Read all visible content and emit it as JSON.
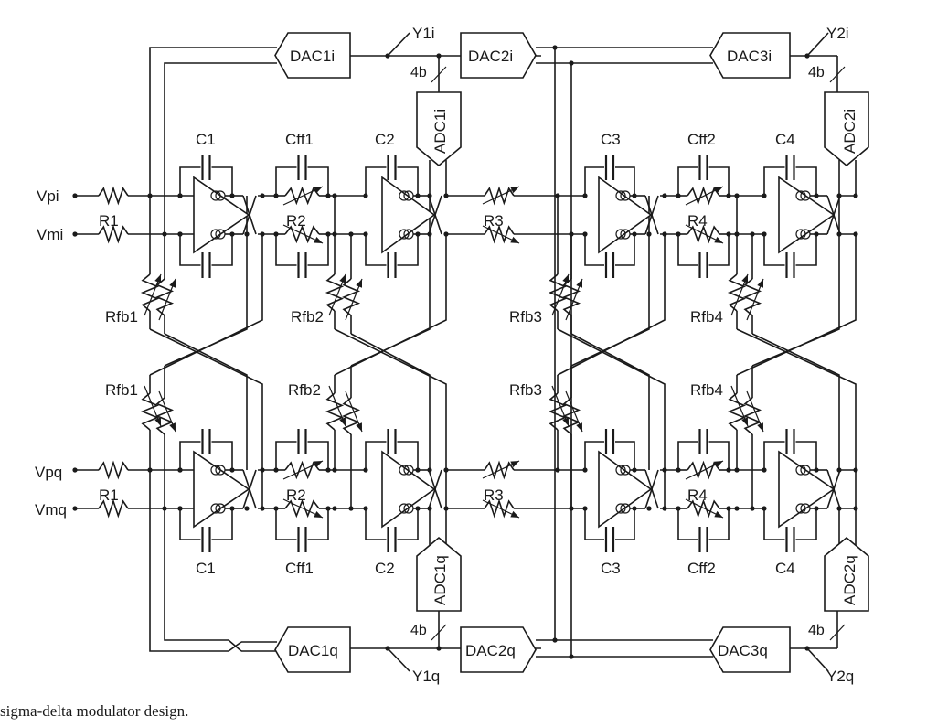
{
  "figure": {
    "caption_fragment": "sigma-delta modulator design.",
    "colors": {
      "ink": "#1a1a1a",
      "background": "#ffffff"
    }
  },
  "inputs": {
    "i_channel": {
      "plus": "Vpi",
      "minus": "Vmi"
    },
    "q_channel": {
      "plus": "Vpq",
      "minus": "Vmq"
    }
  },
  "outputs": {
    "y1i": "Y1i",
    "y2i": "Y2i",
    "y1q": "Y1q",
    "y2q": "Y2q",
    "bus_width": "4b"
  },
  "blocks": {
    "dac1i": "DAC1i",
    "dac2i": "DAC2i",
    "dac3i": "DAC3i",
    "dac1q": "DAC1q",
    "dac2q": "DAC2q",
    "dac3q": "DAC3q",
    "adc1i": "ADC1i",
    "adc2i": "ADC2i",
    "adc1q": "ADC1q",
    "adc2q": "ADC2q"
  },
  "components": {
    "r1": "R1",
    "r2": "R2",
    "r3": "R3",
    "r4": "R4",
    "c1": "C1",
    "c2": "C2",
    "c3": "C3",
    "c4": "C4",
    "cff1": "Cff1",
    "cff2": "Cff2",
    "rfb1": "Rfb1",
    "rfb2": "Rfb2",
    "rfb3": "Rfb3",
    "rfb4": "Rfb4"
  }
}
